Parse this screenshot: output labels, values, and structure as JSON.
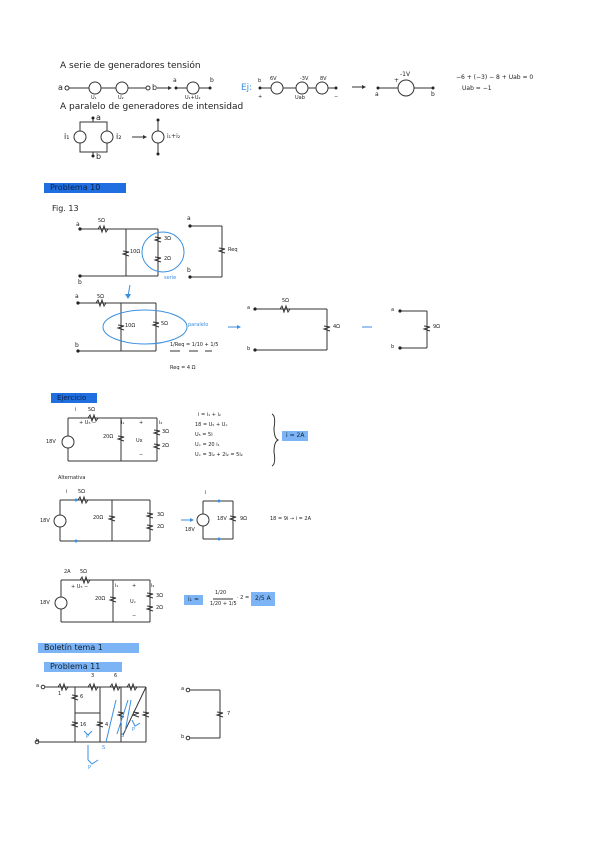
{
  "page": {
    "section_series": {
      "title": "A serie de generadores tensión",
      "labels": {
        "a": "a",
        "b": "b",
        "u1": "U₁",
        "u2": "U₂",
        "sum": "U₁+U₂"
      }
    },
    "section_parallel": {
      "title": "A paralelo de generadores de intensidad",
      "labels": {
        "a": "a",
        "b": "b",
        "i1": "i₁",
        "i2": "i₂",
        "sum": "i₁+i₂"
      }
    },
    "example_ej": {
      "marker": "Ej:",
      "src1": "6V",
      "src2": "-3V",
      "src3": "8V",
      "plus": "+",
      "minus": "−",
      "uab": "Uab",
      "result_source": "-1V",
      "a": "a",
      "b": "b",
      "eq1": "−6 + (−3) − 8 + Uab = 0",
      "eq2": "Uab = −1"
    },
    "problema10": {
      "banner": "Problema 10",
      "fig": "Fig. 13",
      "r5": "5Ω",
      "r10": "10Ω",
      "r3": "3Ω",
      "r2": "2Ω",
      "serie_note": "serie",
      "req_label": "Req",
      "a": "a",
      "b": "b",
      "r5b": "5Ω",
      "paralelo_note": "paralelo",
      "eq_frac": "1/Req = 1/10 + 1/5",
      "eq_result": "Req = 4 Ω",
      "r4": "4Ω",
      "r9": "9Ω"
    },
    "ejercicio": {
      "banner": "Ejercicio",
      "i": "i",
      "r5": "5Ω",
      "u5": "+ U₅ −",
      "v18": "18V",
      "r20": "20Ω",
      "i1": "i₁",
      "i2": "i₂",
      "ux": "Ux",
      "r3": "3Ω",
      "r2": "2Ω",
      "plus": "+",
      "minus": "−",
      "equations": [
        "i = i₁ + i₂",
        "18 = U₅ + Uₓ",
        "U₅ = 5i",
        "Uₓ = 20 i₁",
        "Uₓ = 3i₂ + 2i₂ = 5i₂"
      ],
      "result": "i = 2A"
    },
    "alternativa": {
      "title": "Alternativa",
      "i": "i",
      "r5": "5Ω",
      "v18": "18V",
      "r20": "20Ω",
      "r3": "3Ω",
      "r2": "2Ω",
      "v18b": "18V",
      "r9": "9Ω",
      "i_b": "i",
      "eq": "18 = 9i → i = 2A"
    },
    "divisor": {
      "i": "2A",
      "r5": "5Ω",
      "u5": "+ U₅ −",
      "v18": "18V",
      "r20": "20Ω",
      "i1": "i₁",
      "i2": "i₂",
      "ux": "Uₓ",
      "r3": "3Ω",
      "r2": "2Ω",
      "plus": "+",
      "minus": "−",
      "lhs": "i₁ =",
      "frac_num": "1/20",
      "frac_den": "1/20 + 1/5",
      "times": "· 2 =",
      "result": "2/5 A"
    },
    "boletin": {
      "banner": "Boletín tema 1"
    },
    "problema11": {
      "banner": "Problema 11",
      "a": "a",
      "b": "b",
      "r1": "1",
      "r3": "3",
      "r6top": "6",
      "r6": "6",
      "r16": "16",
      "r4": "4",
      "notes": [
        "P",
        "S",
        "S",
        "P",
        "P"
      ],
      "a2": "a",
      "b2": "b",
      "r7": "7"
    }
  }
}
